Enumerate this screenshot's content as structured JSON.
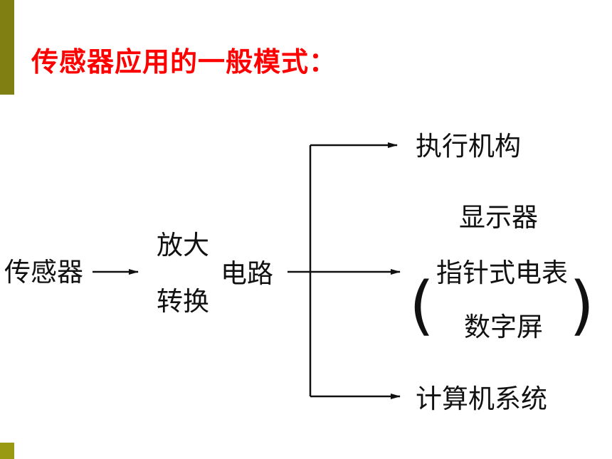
{
  "title": "传感器应用的一般模式：",
  "diagram": {
    "nodes": {
      "sensor": "传感器",
      "amplify_line1": "放大",
      "amplify_line2": "转换",
      "circuit": "电路",
      "actuator": "执行机构",
      "display": "显示器",
      "meter": "指针式电表",
      "digital_screen": "数字屏",
      "computer": "计算机系统"
    },
    "brackets": {
      "left": "(",
      "right": ")"
    },
    "colors": {
      "title": "#ff0000",
      "accent_bar": "#7f7f12",
      "line": "#111111"
    }
  }
}
